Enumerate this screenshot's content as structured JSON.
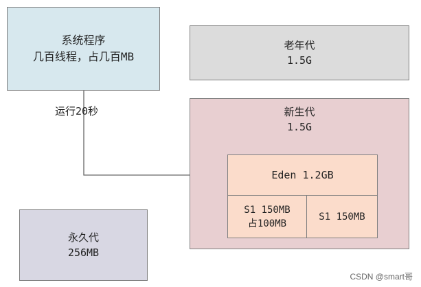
{
  "system": {
    "title": "系统程序",
    "subtitle": "几百线程，占几百MB"
  },
  "old_gen": {
    "title": "老年代",
    "size": "1.5G"
  },
  "young_gen": {
    "title": "新生代",
    "size": "1.5G",
    "eden": "Eden 1.2GB",
    "s1_left": {
      "line1": "S1 150MB",
      "line2": "占100MB"
    },
    "s1_right": "S1 150MB"
  },
  "perm_gen": {
    "title": "永久代",
    "size": "256MB"
  },
  "arrow_label": "运行20秒",
  "watermark": "CSDN @smart哥",
  "colors": {
    "system_fill": "#d7e8ee",
    "old_gen_fill": "#dcdcdc",
    "young_gen_fill": "#e8cfd1",
    "eden_fill": "#fbdccb",
    "perm_fill": "#d8d7e3",
    "border": "#7f7f7f"
  }
}
